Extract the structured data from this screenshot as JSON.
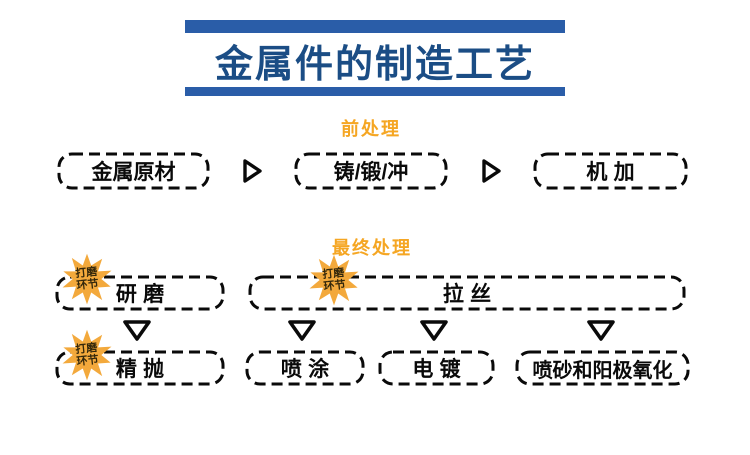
{
  "title": "金属件的制造工艺",
  "colors": {
    "ink": "#0a0a0a",
    "blue_bar": "#2a5da8",
    "title_blue": "#1b4d85",
    "orange": "#f5a623",
    "star_fill": "#f3a93c",
    "star_text": "#33270b"
  },
  "icons": {
    "flow_right": "right-outline-triangle",
    "flow_down": "down-outline-triangle",
    "badge_shape": "star-burst"
  },
  "pre": {
    "label": "前处理",
    "steps": [
      {
        "label": "金属原材"
      },
      {
        "label": "铸/锻/冲"
      },
      {
        "label": "机加"
      }
    ]
  },
  "final": {
    "label": "最终处理",
    "badge": {
      "line1": "打磨",
      "line2": "环节"
    },
    "row1": [
      {
        "label": "研磨"
      },
      {
        "label": "拉丝"
      }
    ],
    "row2": [
      {
        "label": "精抛"
      },
      {
        "label": "喷涂"
      },
      {
        "label": "电镀"
      },
      {
        "label": "喷砂和阳极氧化"
      }
    ]
  }
}
